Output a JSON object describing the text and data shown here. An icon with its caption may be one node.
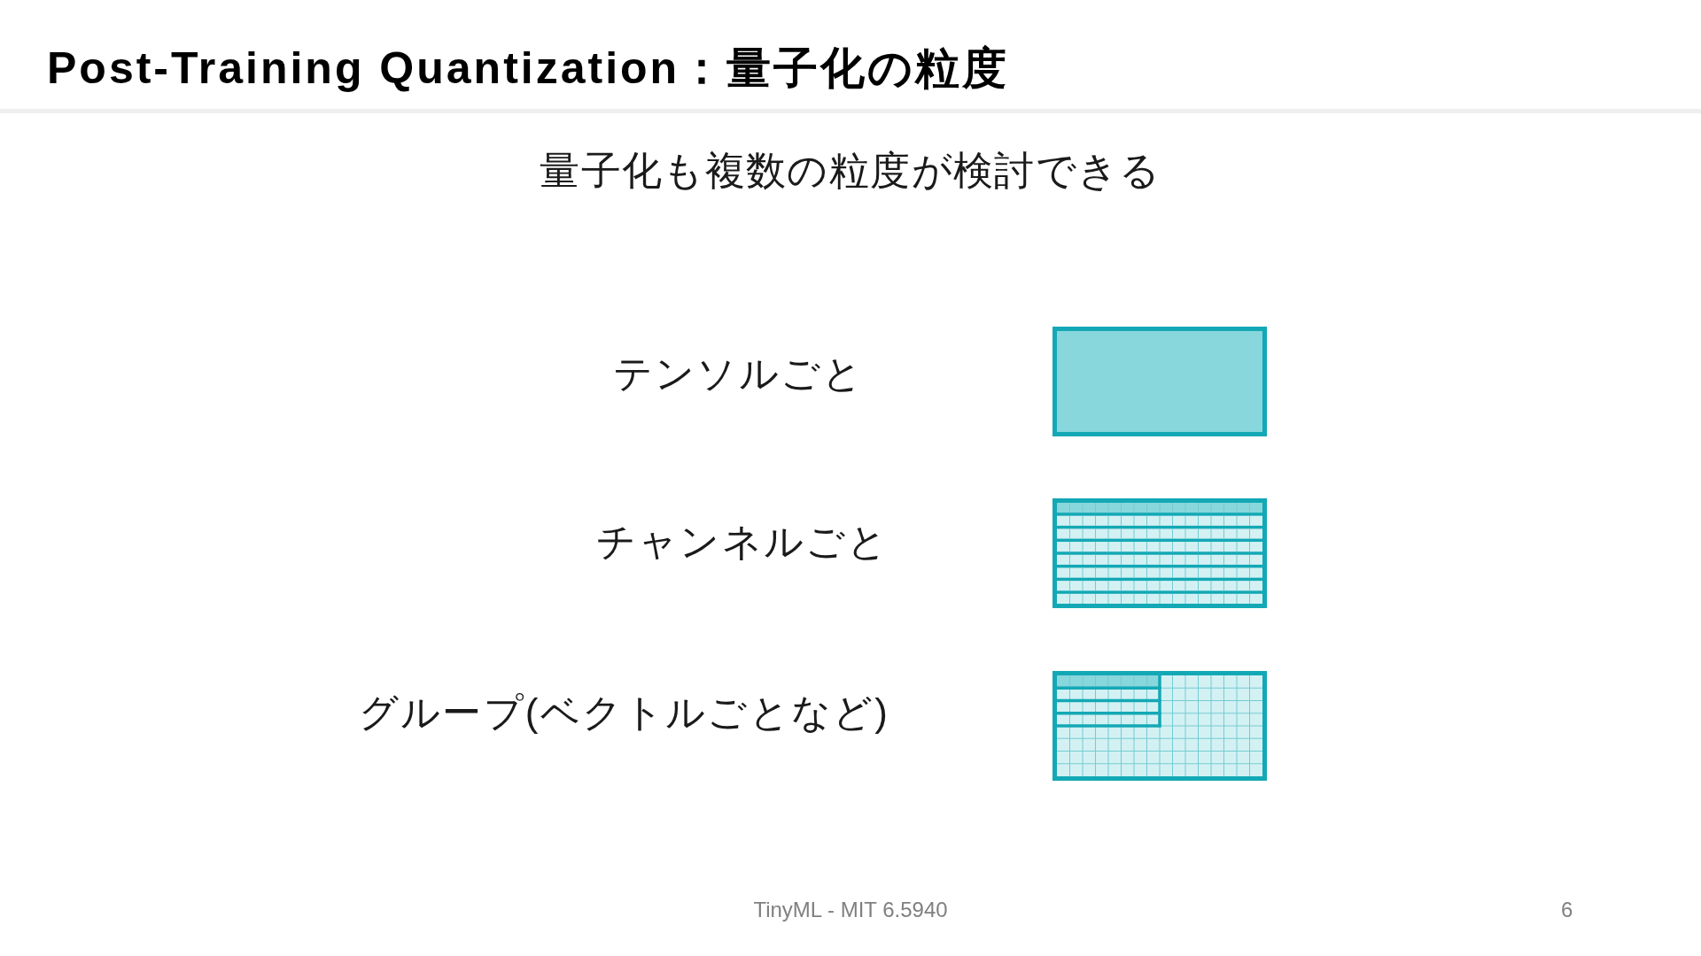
{
  "diagram": {
    "title": "Post-Training Quantization：量子化の粒度",
    "labels": [
      "量子化も複数の粒度が検討できる",
      "テンソルごと",
      "チャンネルごと",
      "グループ(ベクトルごとなど)",
      "TinyML - MIT 6.5940",
      "6"
    ]
  }
}
